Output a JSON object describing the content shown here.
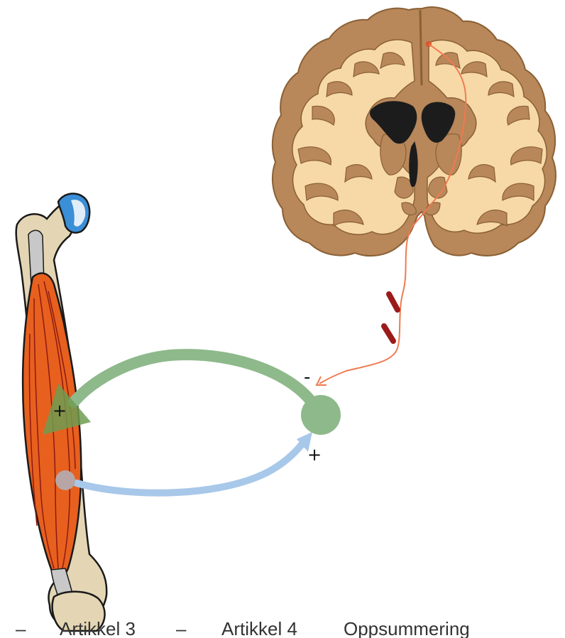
{
  "signs": {
    "minus": "-",
    "plus_neuron": "+",
    "plus_muscle": "+"
  },
  "footer": {
    "items": [
      {
        "bullet": "–",
        "label": "Artikkel 3"
      },
      {
        "bullet": "–",
        "label": "Artikkel 4"
      },
      {
        "bullet": "",
        "label": "Oppsummering"
      }
    ]
  },
  "colors": {
    "brain_gray_matter": "#b8875a",
    "brain_white_matter": "#f7d9a8",
    "ventricle": "#1c1c1c",
    "nerve_fiber": "#f07a50",
    "lesion_mark": "#9b1a1a",
    "muscle": "#e8601e",
    "bone": "#e4d6b4",
    "tendon": "#c8c8c8",
    "bone_head": "#3a8fd6",
    "feedback_green": "#8eb98b",
    "afferent_blue": "#a8c8ea",
    "spindle_gray": "#b8a6a6"
  }
}
